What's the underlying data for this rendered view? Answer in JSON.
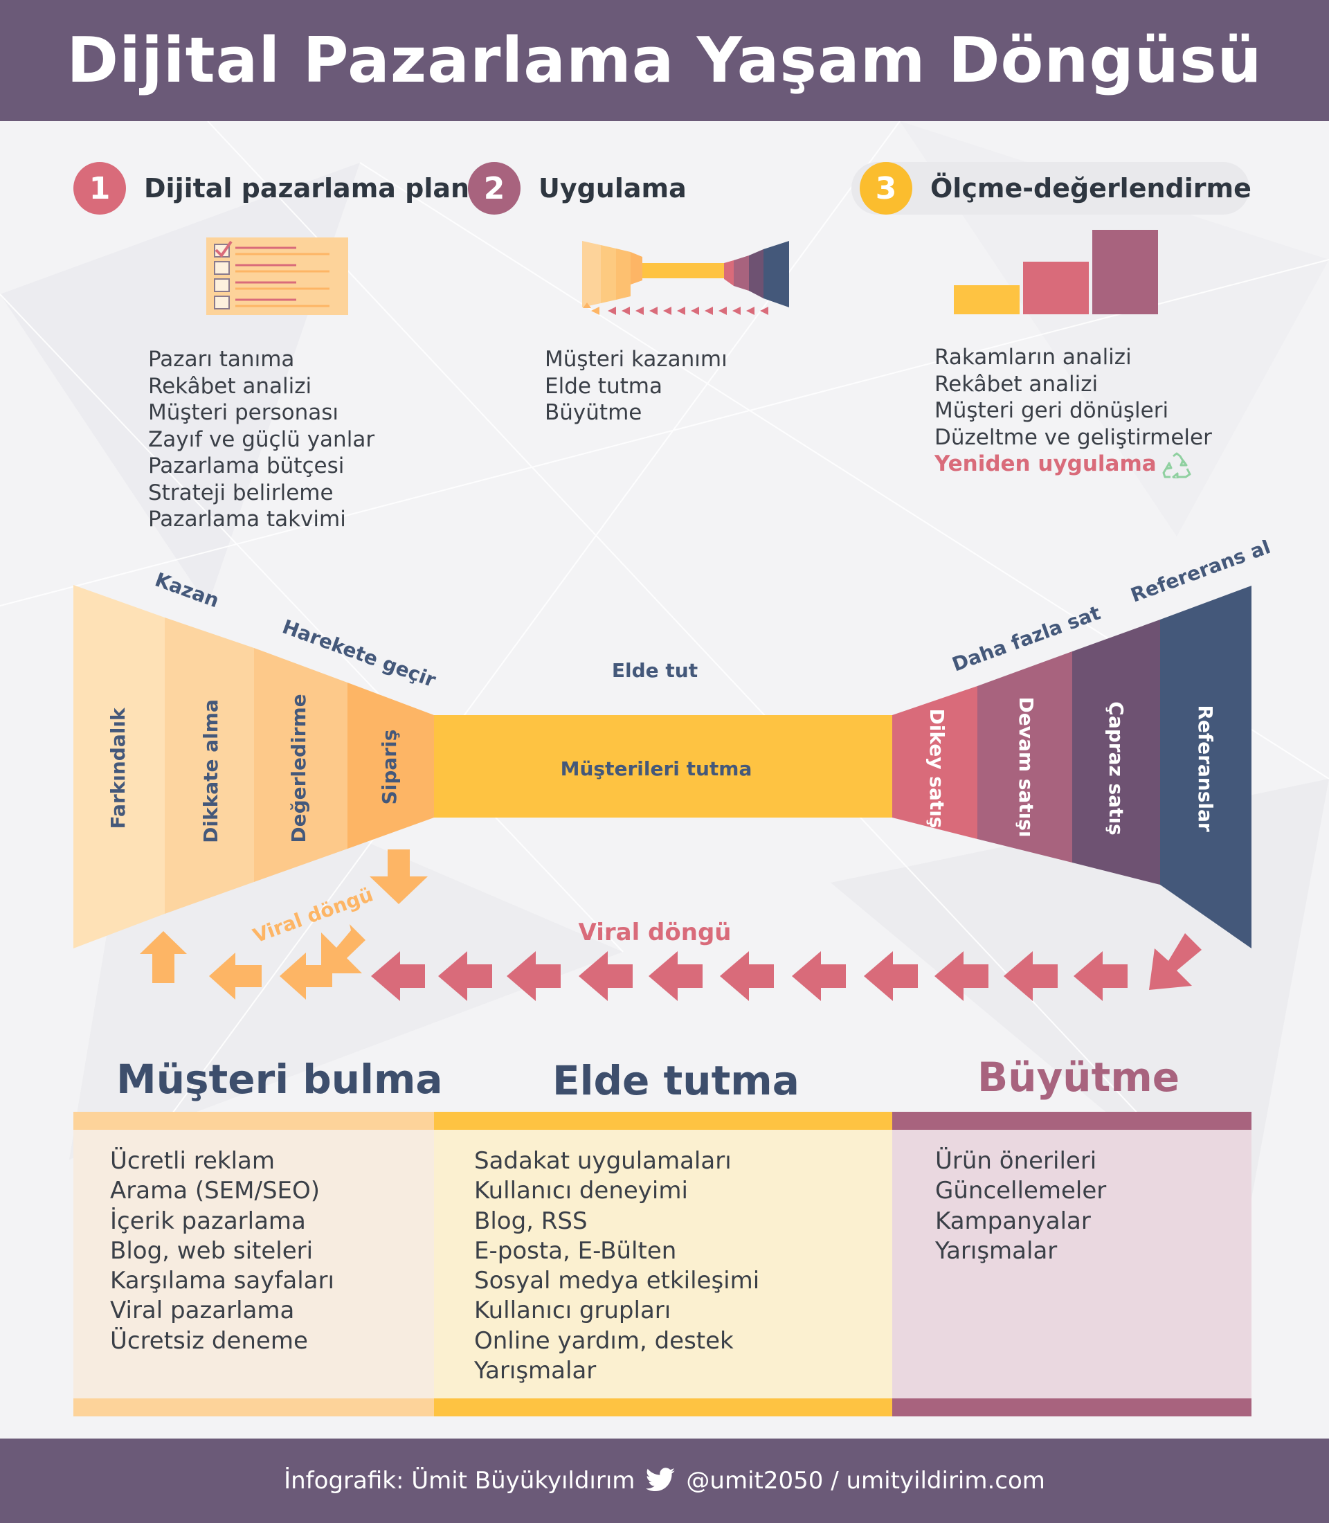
{
  "header": {
    "title": "Dijital Pazarlama Yaşam Döngüsü"
  },
  "colors": {
    "header_bg": "#6b5a78",
    "step1": "#d96b7a",
    "step2": "#a8637e",
    "step3": "#fbbd2e",
    "peach": "#fdd39a",
    "orange": "#fdb565",
    "yellow": "#fec342",
    "pink": "#d96b7a",
    "mauve": "#a8637e",
    "purple": "#6e5272",
    "navy": "#44587a",
    "title_navy": "#3d4e6c"
  },
  "steps": [
    {
      "number": "1",
      "title": "Dijital pazarlama planı",
      "icon": "checklist-icon",
      "items": [
        "Pazarı tanıma",
        "Rekâbet analizi",
        "Müşteri personası",
        "Zayıf ve güçlü yanlar",
        "Pazarlama bütçesi",
        "Strateji belirleme",
        "Pazarlama takvimi"
      ]
    },
    {
      "number": "2",
      "title": "Uygulama",
      "icon": "mini-funnel-icon",
      "items": [
        "Müşteri kazanımı",
        "Elde tutma",
        "Büyütme"
      ]
    },
    {
      "number": "3",
      "title": "Ölçme-değerlendirme",
      "icon": "bar-chart-icon",
      "items": [
        "Rakamların analizi",
        "Rekâbet analizi",
        "Müşteri geri dönüşleri",
        "Düzeltme ve geliştirmeler"
      ],
      "accent_item": "Yeniden uygulama"
    }
  ],
  "funnel": {
    "left_stages": [
      "Farkındalık",
      "Dikkate alma",
      "Değerledirme",
      "Sipariş"
    ],
    "middle_stage": "Müşterileri tutma",
    "right_stages": [
      "Dikey satış",
      "Devam satışı",
      "Çapraz satış",
      "Referanslar"
    ],
    "top_labels": {
      "kazan": "Kazan",
      "harekete": "Harekete geçir",
      "elde_tut": "Elde tut",
      "daha_fazla": "Daha fazla sat",
      "referans_al": "Refererans al"
    },
    "viral_left": "Viral döngü",
    "viral_main": "Viral döngü"
  },
  "sections": [
    {
      "title": "Müşteri bulma",
      "items": [
        "Ücretli reklam",
        "Arama (SEM/SEO)",
        "İçerik pazarlama",
        "Blog, web siteleri",
        "Karşılama sayfaları",
        "Viral pazarlama",
        "Ücretsiz deneme"
      ]
    },
    {
      "title": "Elde tutma",
      "items": [
        "Sadakat uygulamaları",
        "Kullanıcı deneyimi",
        "Blog, RSS",
        "E-posta, E-Bülten",
        "Sosyal medya etkileşimi",
        "Kullanıcı grupları",
        "Online yardım, destek",
        "Yarışmalar"
      ]
    },
    {
      "title": "Büyütme",
      "items": [
        "Ürün önerileri",
        "Güncellemeler",
        "Kampanyalar",
        "Yarışmalar"
      ]
    }
  ],
  "footer": {
    "credit": "İnfografik: Ümit Büyükyıldırım",
    "handle": "@umit2050 / umityildirim.com",
    "icon": "twitter-bird-icon"
  }
}
